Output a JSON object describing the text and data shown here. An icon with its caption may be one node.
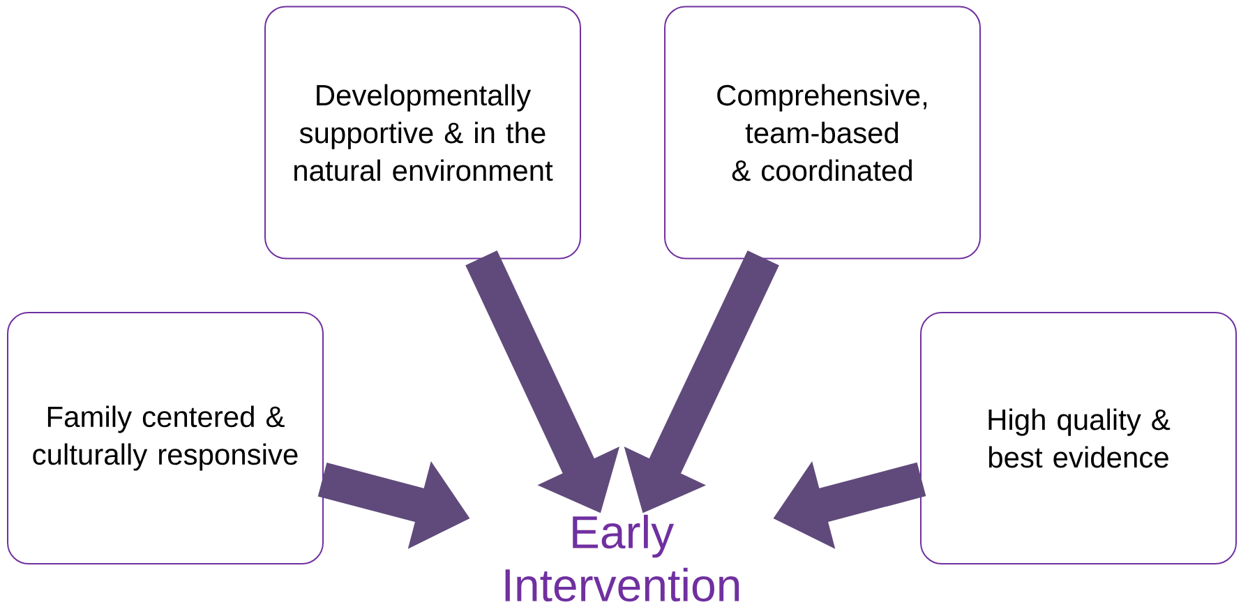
{
  "diagram": {
    "nodes": [
      {
        "text": [
          "Developmentally supportive & in the natural environment"
        ]
      },
      {
        "text": [
          "Comprehensive, team-based & coordinated"
        ]
      },
      {
        "text": [
          "Family centered & culturally responsive"
        ]
      },
      {
        "text": [
          "High quality & best evidence"
        ]
      },
      {
        "text": [
          "Early Intervention"
        ]
      }
    ],
    "edges": [
      {
        "from": 0,
        "to": 4,
        "arrow": "to"
      },
      {
        "from": 1,
        "to": 4,
        "arrow": "to"
      },
      {
        "from": 2,
        "to": 4,
        "arrow": "to"
      },
      {
        "from": 3,
        "to": 4,
        "arrow": "to"
      }
    ]
  }
}
